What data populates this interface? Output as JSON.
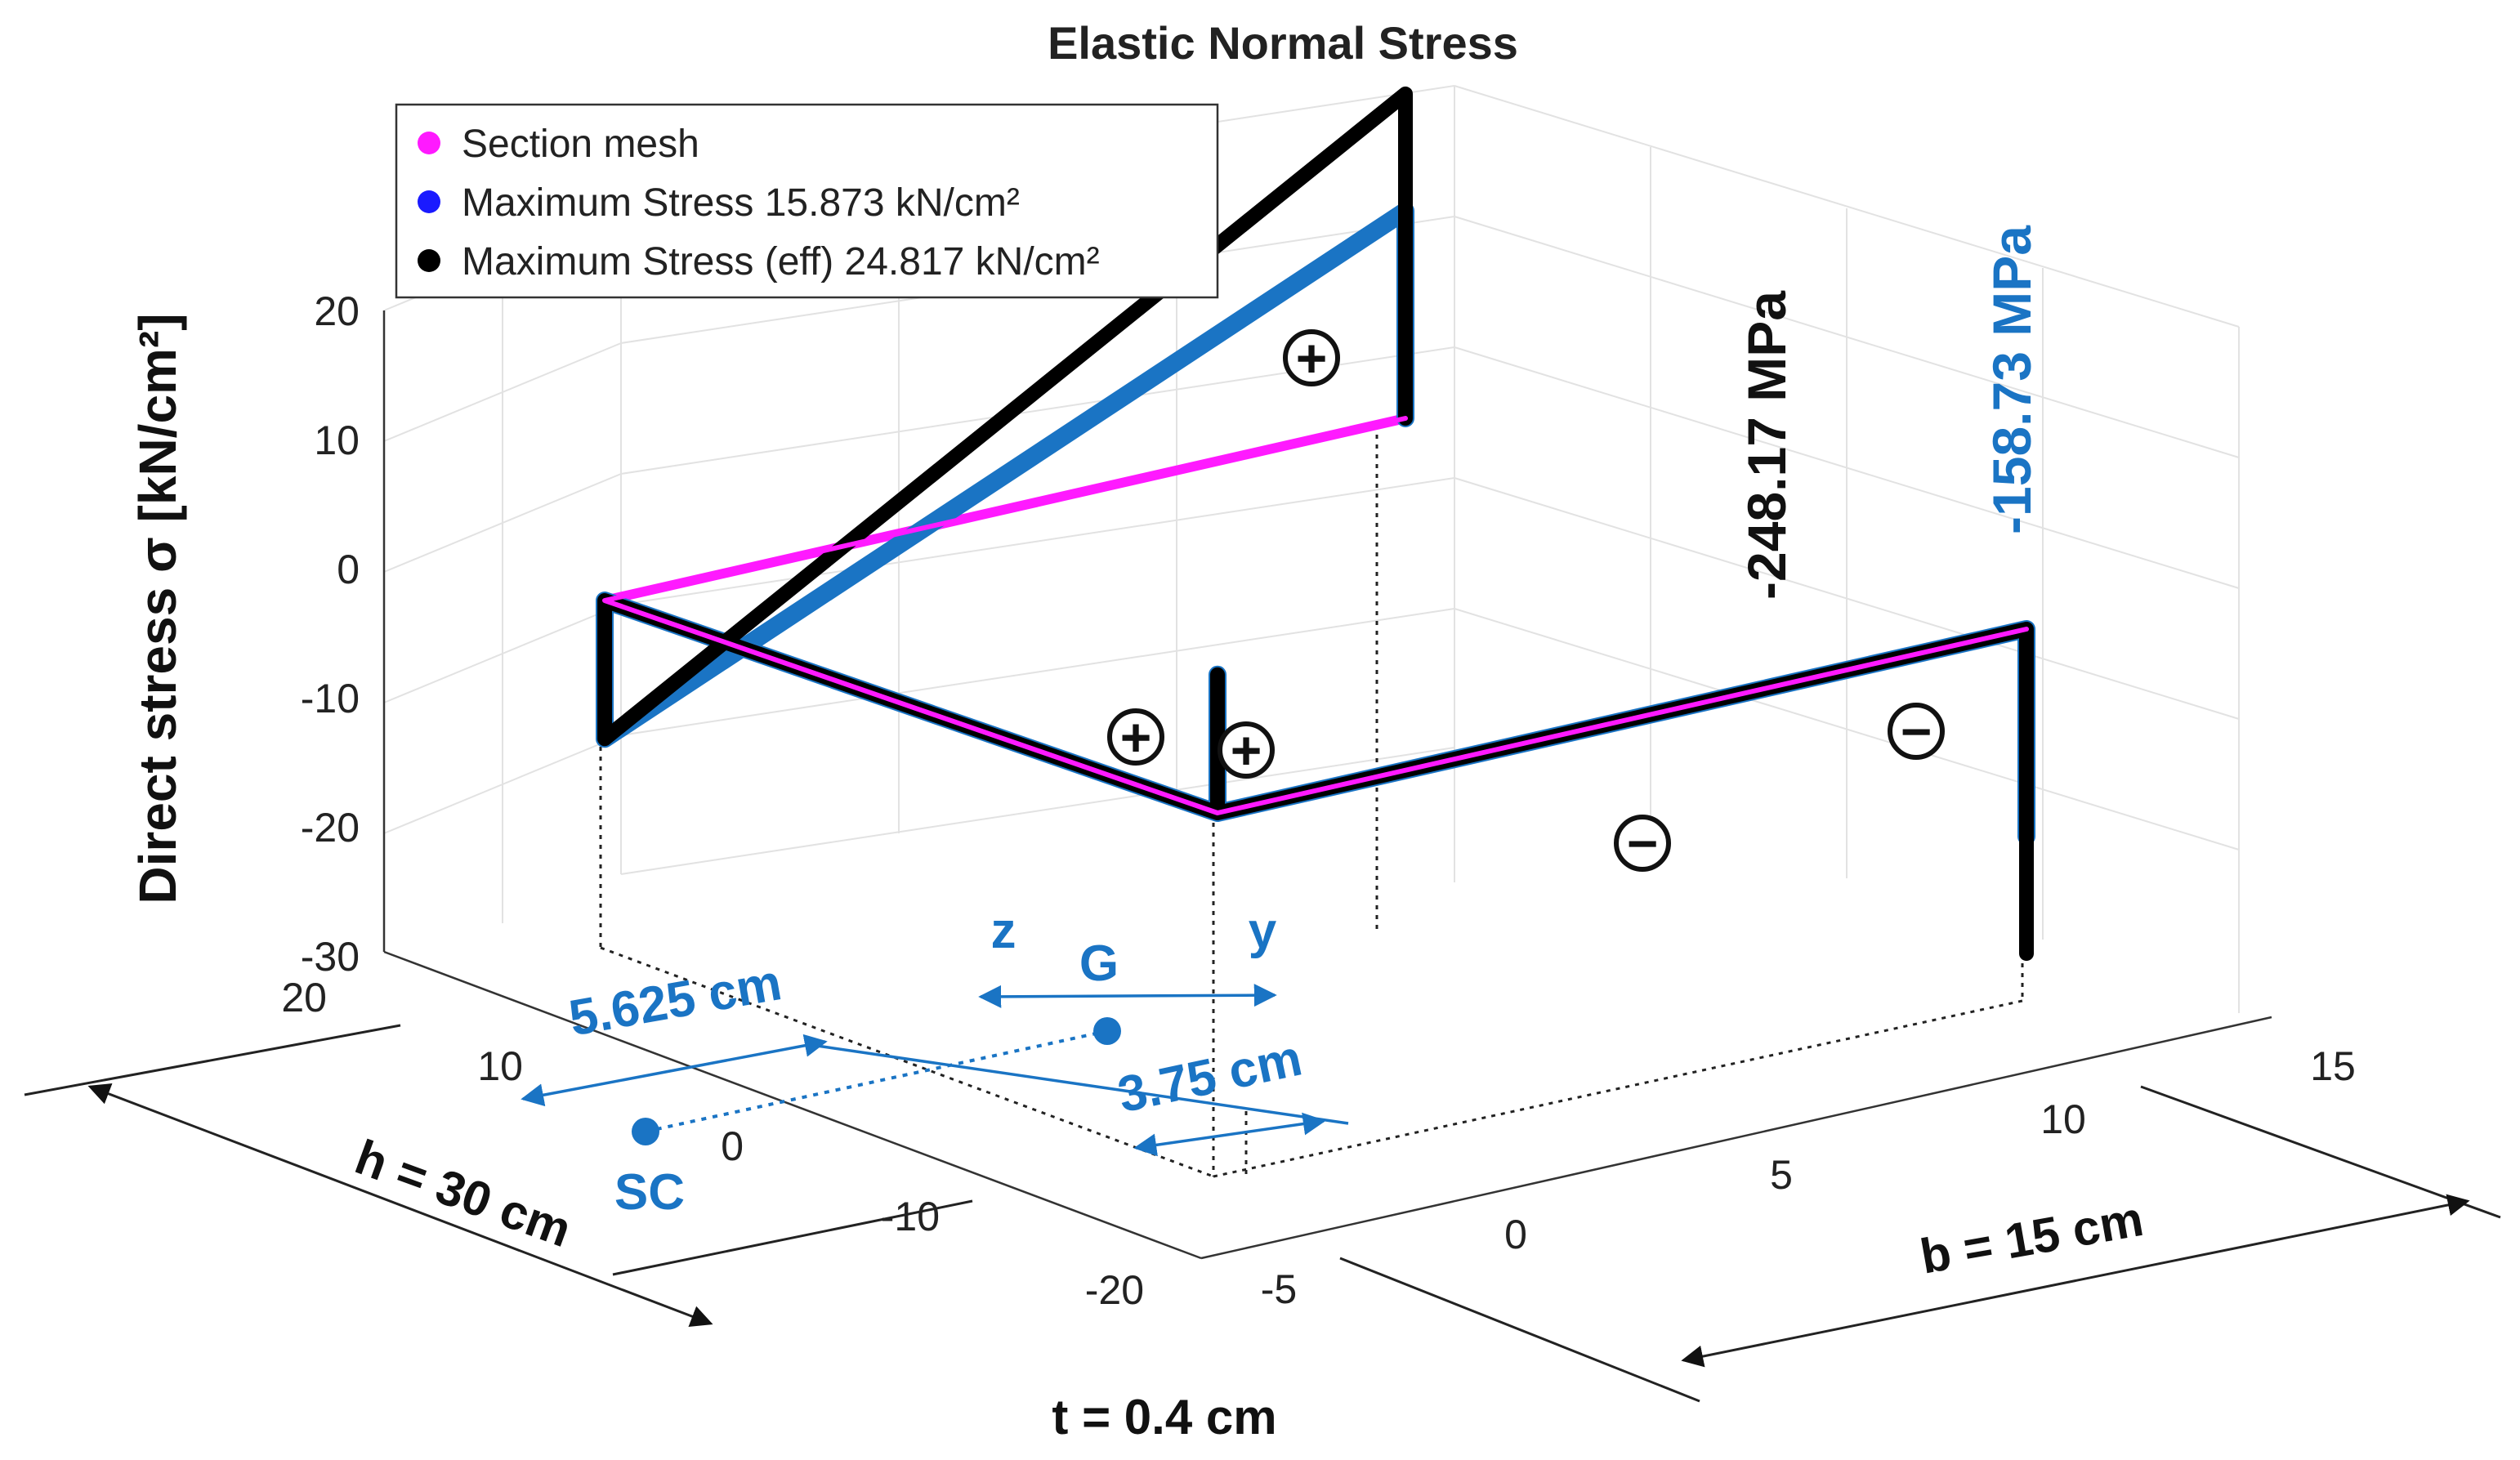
{
  "chart_data": {
    "type": "line",
    "title": "Elastic Normal Stress",
    "ylabel": "Direct stress σ [kN/cm²]",
    "zlim": [
      -30,
      20
    ],
    "z_ticks": [
      "20",
      "10",
      "0",
      "-10",
      "-20",
      "-30"
    ],
    "depth_ticks": [
      "20",
      "10",
      "0",
      "-10",
      "-20"
    ],
    "width_ticks": [
      "-5",
      "0",
      "5",
      "10",
      "15"
    ],
    "grid": true,
    "legend_position": "top-left",
    "legend": [
      {
        "label": "Section mesh",
        "color": "#ff1aff"
      },
      {
        "label": "Maximum Stress 15.873 kN/cm²",
        "color": "#1a1aff"
      },
      {
        "label": "Maximum Stress (eff) 24.817 kN/cm²",
        "color": "#000000"
      }
    ],
    "series": [
      {
        "name": "Section mesh",
        "color": "#ff1aff",
        "points": [
          [
            15,
            0
          ],
          [
            0,
            0
          ],
          [
            0,
            0
          ],
          [
            0,
            0
          ],
          [
            15,
            0
          ]
        ]
      },
      {
        "name": "Maximum Stress 15.873 kN/cm²",
        "color": "#1a74c4",
        "points": [
          [
            15,
            0
          ],
          [
            15,
            15.87
          ],
          [
            0,
            0
          ],
          [
            0,
            -10.58
          ],
          [
            0,
            0
          ],
          [
            15,
            0
          ],
          [
            15,
            -15.87
          ],
          [
            0,
            0
          ],
          [
            0,
            10.58
          ],
          [
            15,
            0
          ]
        ]
      },
      {
        "name": "Maximum Stress (eff) 24.817 kN/cm²",
        "color": "#000000",
        "points": [
          [
            15,
            0
          ],
          [
            15,
            24.82
          ],
          [
            0,
            0
          ],
          [
            0,
            -10.58
          ],
          [
            0,
            0
          ],
          [
            15,
            0
          ],
          [
            15,
            -24.82
          ],
          [
            0,
            0
          ],
          [
            0,
            10.58
          ],
          [
            15,
            0
          ]
        ]
      }
    ],
    "annotations": {
      "value_black": "-248.17 MPa",
      "value_blue": "-158.73 MPa",
      "sign_plus": "+",
      "sign_minus": "−",
      "dim_h": "h = 30 cm",
      "dim_b": "b = 15 cm",
      "dim_t": "t = 0.4 cm",
      "dim_sc": "5.625 cm",
      "dim_g": "3.75 cm",
      "label_sc": "SC",
      "label_g": "G",
      "label_z": "z",
      "label_y": "y"
    }
  },
  "colors": {
    "mesh": "#ff1aff",
    "blue_stress": "#1a74c4",
    "eff_stress": "#000000",
    "annotation_blue": "#1a74c4"
  }
}
